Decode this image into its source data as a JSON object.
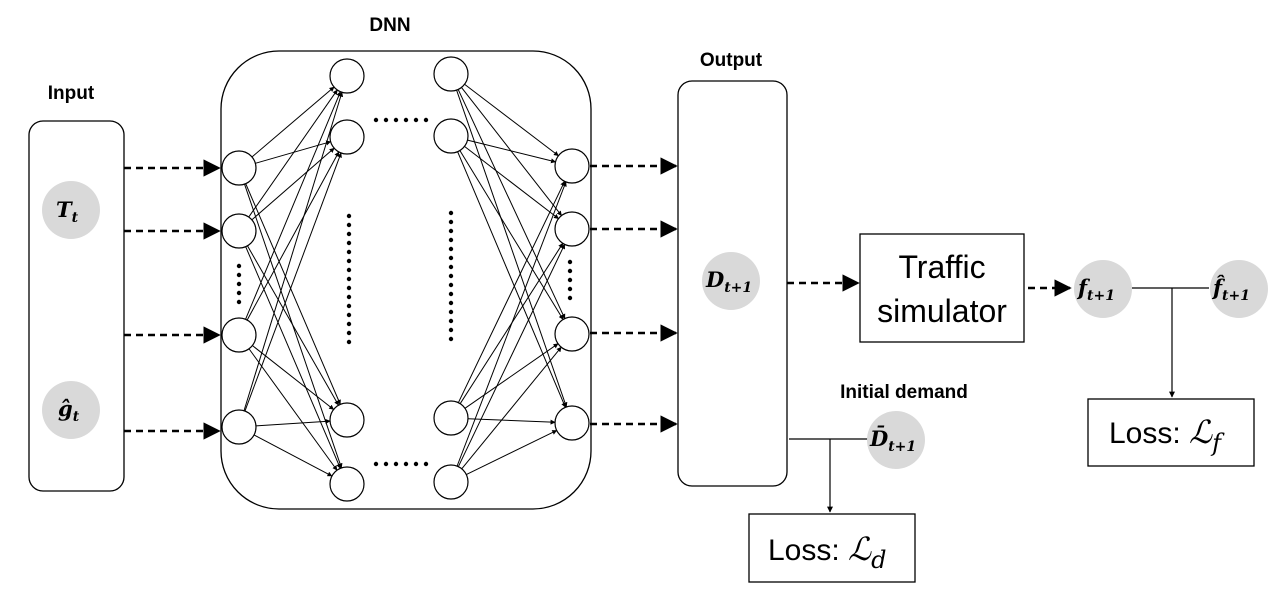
{
  "labels": {
    "input": "Input",
    "dnn": "DNN",
    "output": "Output",
    "initial_demand": "Initial demand"
  },
  "simulator": {
    "line1": "Traffic",
    "line2": "simulator"
  },
  "nodes": {
    "input_t": {
      "base": "T",
      "sub": "t"
    },
    "input_g": {
      "base": "ĝ",
      "sub": "t"
    },
    "output_d": {
      "base": "D",
      "sub": "t+1"
    },
    "initial_d": {
      "base": "D̄",
      "sub": "t+1"
    },
    "flow_f": {
      "base": "f",
      "sub": "t+1"
    },
    "flow_fhat": {
      "base": "f̂",
      "sub": "t+1"
    }
  },
  "losses": {
    "d": {
      "prefix": "Loss: ",
      "symbol": "ℒ",
      "sub": "d"
    },
    "f": {
      "prefix": "Loss: ",
      "symbol": "ℒ",
      "sub": "f"
    }
  },
  "colors": {
    "node_fill": "#d9d9d9",
    "stroke": "#000000"
  }
}
